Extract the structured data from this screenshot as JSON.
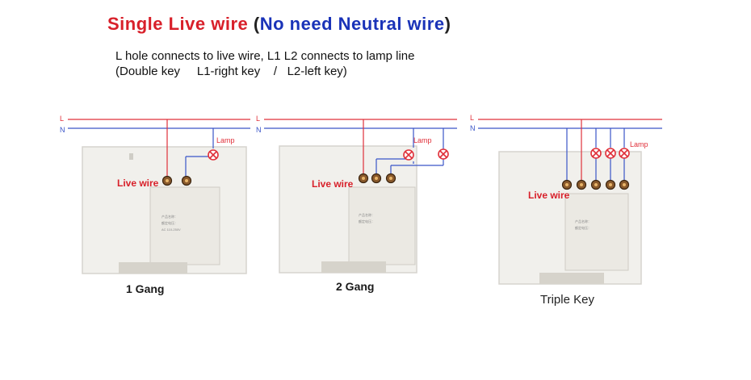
{
  "header": {
    "title_part1": "Single Live wire",
    "title_open": " (",
    "title_part2": "No need Neutral wire",
    "title_close": ")",
    "instruction_line1": "L hole connects to live wire, L1 L2 connects to lamp line",
    "instruction_line2": "(Double key     L1-right key    /   L2-left key)"
  },
  "diagram": {
    "line_L": "L",
    "line_N": "N",
    "lamp_label": "Lamp",
    "live_wire_label": "Live wire",
    "colors": {
      "live": "#e0303a",
      "neutral": "#3a55c8",
      "label_red": "#d8202a",
      "panel": "#f1f0ec"
    },
    "panels": [
      {
        "caption": "1 Gang",
        "lamps": 1
      },
      {
        "caption": "2 Gang",
        "lamps": 2
      },
      {
        "caption": "Triple Key",
        "lamps": 3
      }
    ]
  }
}
